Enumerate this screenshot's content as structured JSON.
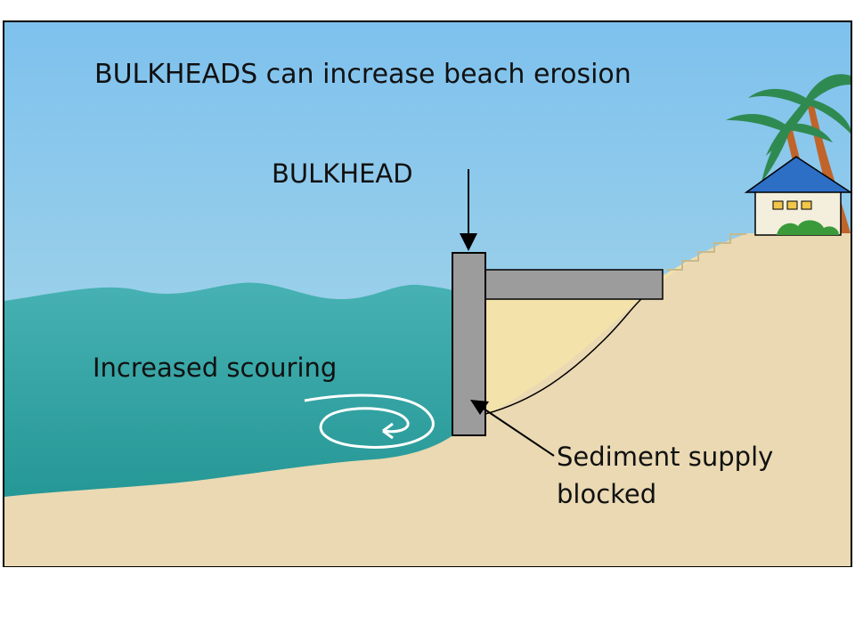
{
  "diagram": {
    "title": "BULKHEADS can increase beach erosion",
    "labels": {
      "bulkhead": "BULKHEAD",
      "scouring": "Increased scouring",
      "sediment_line1": "Sediment supply",
      "sediment_line2": "blocked"
    },
    "colors": {
      "sky_top": "#7ec1ee",
      "sky_bottom": "#b3dde5",
      "water_top": "#47b1b3",
      "water_bottom": "#1a8f8c",
      "sand": "#ead9b2",
      "sand_light": "#f3e2aa",
      "bulkhead": "#9c9c9c",
      "roof": "#2c6fc4",
      "house": "#f3efdc",
      "palm_leaf": "#2f8a51",
      "palm_trunk": "#c0642a",
      "bush": "#3a9a3a"
    }
  }
}
